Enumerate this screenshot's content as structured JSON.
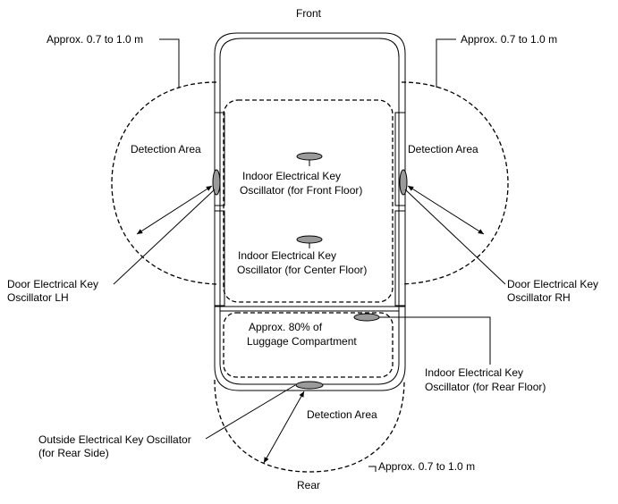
{
  "labels": {
    "front": "Front",
    "rear": "Rear",
    "approx_left": "Approx. 0.7 to 1.0 m",
    "approx_right": "Approx. 0.7 to 1.0 m",
    "approx_rear": "Approx. 0.7 to 1.0 m",
    "detection_left": "Detection Area",
    "detection_right": "Detection Area",
    "detection_rear": "Detection Area",
    "front_floor": [
      "Indoor Electrical Key",
      "Oscillator (for Front Floor)"
    ],
    "center_floor": [
      "Indoor Electrical Key",
      "Oscillator (for Center Floor)"
    ],
    "luggage": [
      "Approx. 80% of",
      "Luggage Compartment"
    ],
    "door_lh": [
      "Door Electrical Key",
      "Oscillator LH"
    ],
    "door_rh": [
      "Door Electrical Key",
      "Oscillator RH"
    ],
    "rear_floor": [
      "Indoor Electrical Key",
      "Oscillator (for Rear Floor)"
    ],
    "outside_rear": [
      "Outside Electrical Key Oscillator",
      "(for Rear Side)"
    ]
  }
}
